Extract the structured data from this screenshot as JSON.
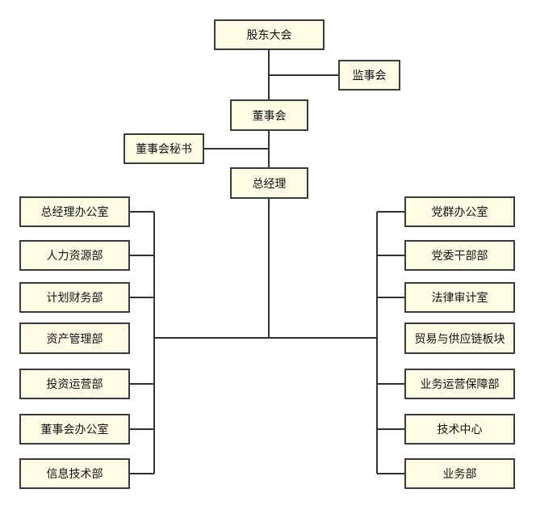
{
  "top": {
    "shareholders": "股东大会",
    "supervisors": "监事会",
    "board": "董事会",
    "board_secretary": "董事会秘书",
    "general_manager": "总经理"
  },
  "left_departments": [
    "总经理办公室",
    "人力资源部",
    "计划财务部",
    "资产管理部",
    "投资运营部",
    "董事会办公室",
    "信息技术部"
  ],
  "right_departments": [
    "党群办公室",
    "党委干部部",
    "法律审计室",
    "贸易与供应链板块",
    "业务运营保障部",
    "技术中心",
    "业务部"
  ],
  "colors": {
    "box_fill": "#fdfde6",
    "border": "#3b3b3b",
    "line": "#333333"
  }
}
